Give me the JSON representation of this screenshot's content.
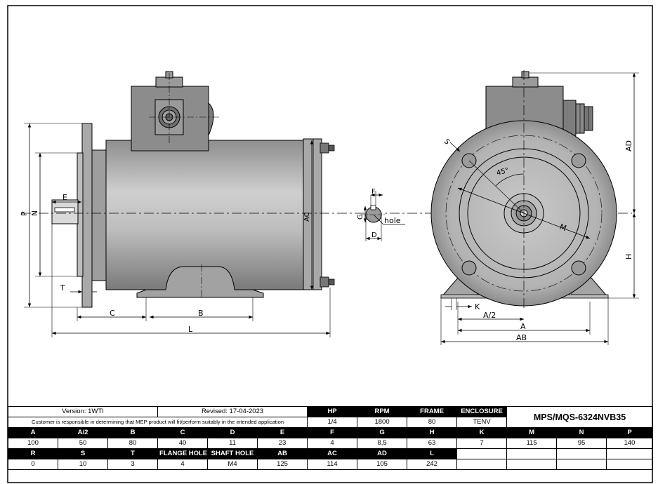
{
  "labels": {
    "P": "P",
    "N": "N",
    "E": "E",
    "T": "T",
    "C": "C",
    "B": "B",
    "L": "L",
    "AC": "AC",
    "F": "F",
    "G": "G",
    "D": "D",
    "hole": "hole",
    "S": "S",
    "angle": "45°",
    "M": "M",
    "AD": "AD",
    "H": "H",
    "K": "K",
    "A2": "A/2",
    "A": "A",
    "AB": "AB"
  },
  "title_block": {
    "version": "Version: 1WTI",
    "revised": "Revised: 17-04-2023",
    "disclaimer": "Customer is responsible in determining that MEP product will fit/perform suitably in the intended application",
    "model": "MPS/MQS-6324NVB35",
    "summary_headers": [
      "HP",
      "RPM",
      "FRAME",
      "ENCLOSURE"
    ],
    "summary_values": [
      "1/4",
      "1800",
      "80",
      "TENV"
    ],
    "dims_headers_1": [
      "A",
      "A/2",
      "B",
      "C",
      "D",
      "E",
      "F",
      "G",
      "H",
      "K",
      "M",
      "N",
      "P"
    ],
    "dims_values_1": [
      "100",
      "50",
      "80",
      "40",
      "11",
      "23",
      "4",
      "8,5",
      "63",
      "7",
      "115",
      "95",
      "140"
    ],
    "dims_headers_2": [
      "R",
      "S",
      "T",
      "FLANGE HOLE",
      "SHAFT HOLE",
      "AB",
      "AC",
      "AD",
      "L"
    ],
    "dims_values_2": [
      "0",
      "10",
      "3",
      "4",
      "M4",
      "125",
      "114",
      "105",
      "242"
    ]
  }
}
